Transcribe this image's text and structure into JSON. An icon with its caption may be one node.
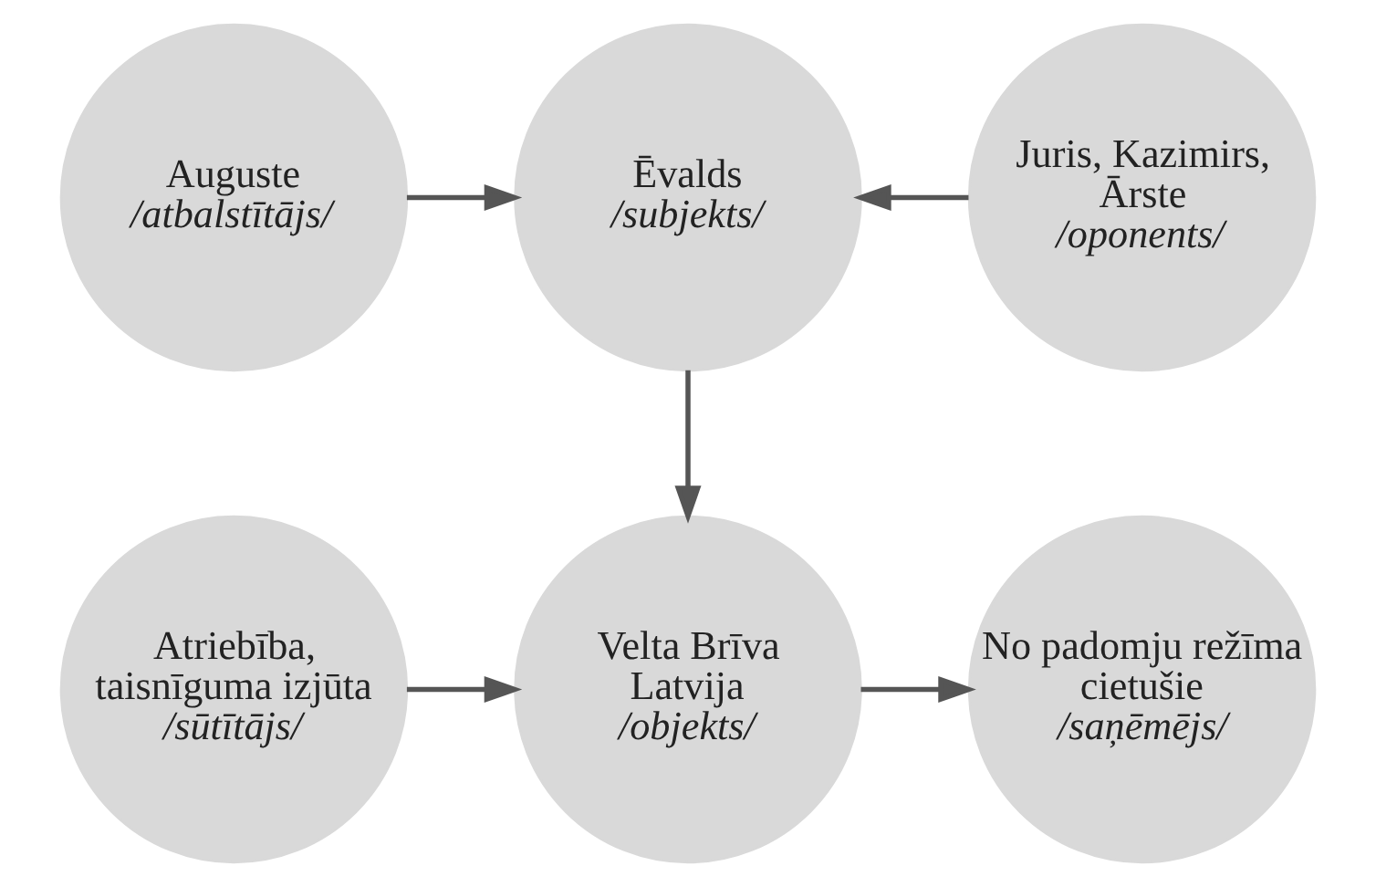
{
  "diagram": {
    "nodes": [
      {
        "text": [
          "Atriebība, taisnīguma izjūta",
          "/sūtītājs/"
        ]
      },
      {
        "text": [
          "Velta Brīva Latvija",
          "/objekts/"
        ]
      },
      {
        "text": [
          "No padomju režīma cietušie",
          "/saņēmējs/"
        ]
      },
      {
        "text": [
          "Auguste",
          "/atbalstītājs/"
        ]
      },
      {
        "text": [
          "Ēvalds",
          "/subjekts/"
        ]
      },
      {
        "text": [
          "Juris, Kazimirs, Ārste",
          "/oponents/"
        ]
      }
    ],
    "edges": [
      {
        "from": 0,
        "to": 1,
        "arrow": "to"
      },
      {
        "from": 1,
        "to": 2,
        "arrow": "to"
      },
      {
        "from": 4,
        "to": 1,
        "arrow": "to"
      },
      {
        "from": 3,
        "to": 4,
        "arrow": "to"
      },
      {
        "from": 5,
        "to": 4,
        "arrow": "to"
      }
    ]
  }
}
